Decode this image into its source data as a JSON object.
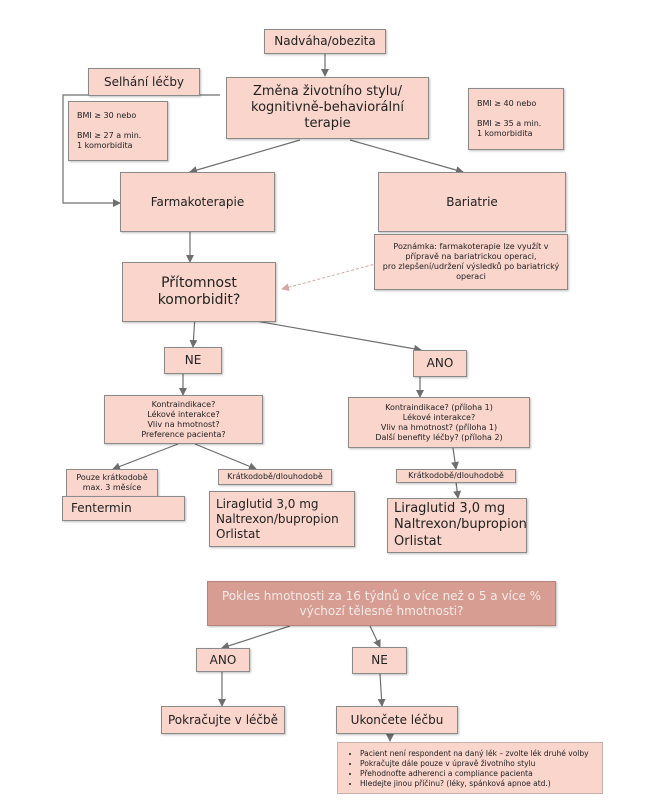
{
  "nodes": {
    "nadvaha": "Nadváha/obezita",
    "selhani": "Selhání léčby",
    "zmena": "Změna životního stylu/\nkognitivně-behaviorální terapie",
    "bmi_left": "BMI ≥ 30 nebo\n\nBMI ≥ 27 a min.\n1 komorbidita",
    "bmi_right": "BMI ≥ 40 nebo\n\nBMI ≥ 35 a min.\n1 komorbidita",
    "farmako": "Farmakoterapie",
    "bariatrie": "Bariatrie",
    "poznamka": "Poznámka: farmakoterapie lze využít v\npřípravě na bariatrickou operaci,\npro zlepšení/udržení výsledků po bariatrický\noperaci",
    "pritomnost": "Přítomnost\nkomorbidit?",
    "ne1": "NE",
    "ano1": "ANO",
    "kontra_left": "Kontraindikace?\nLékové interakce?\nVliv na hmotnost?\nPreference pacienta?",
    "kontra_right": "Kontraindikace? (příloha 1)\nLékové interakce?\nVliv na hmotnost? (příloha 1)\nDalší benefity léčby? (příloha 2)",
    "pouze": "Pouze krátkodobě\nmax. 3 měsíce",
    "kratko_left": "Krátkodobě/dlouhodobě",
    "kratko_right": "Krátkodobě/dlouhodobě",
    "fentermin": "Fentermin",
    "lira_left": "Liraglutid 3,0 mg\nNaltrexon/bupropion\nOrlistat",
    "lira_right": "Liraglutid 3,0 mg\nNaltrexon/bupropion\nOrlistat",
    "pokles": "Pokles hmotnosti za 16 týdnů o více než o 5 a více %\nvýchozí tělesné hmotnosti?",
    "ano2": "ANO",
    "ne2": "NE",
    "pokracujte": "Pokračujte v léčbě",
    "ukoncete": "Ukončete léčbu"
  },
  "notes": [
    "Pacient není respondent na daný lék – zvolte lék druhé volby",
    "Pokračujte dále pouze v úpravě životního stylu",
    "Přehodnoťte adherenci a compliance pacienta",
    "Hledejte jinou příčinu? (léky, spánková apnoe atd.)"
  ],
  "colors": {
    "box_fill": "#f9d5cc",
    "box_dark": "#d79d92",
    "arrow": "#6f6f6f",
    "dashed_arrow": "#d8a8a8"
  }
}
